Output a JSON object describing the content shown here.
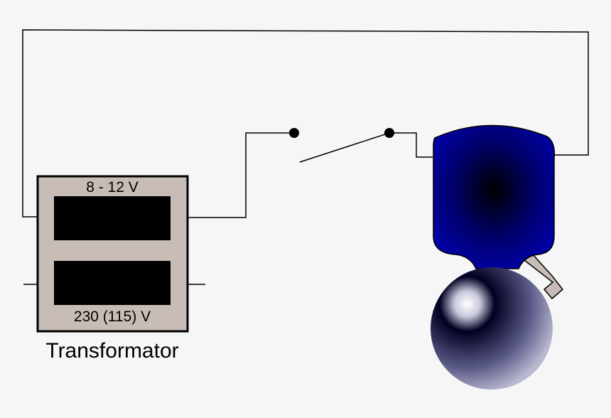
{
  "transformer": {
    "secondary_voltage": "8 - 12 V",
    "primary_voltage": "230 (115) V",
    "label": "Transformator"
  },
  "colors": {
    "background": "#f6f6f7",
    "transformer_body": "#c8bcb6",
    "coil": "#000000",
    "wire": "#000000",
    "bell_housing": "#000099",
    "bell_dome": "#4a4a7a",
    "hammer_arm": "#c8bcb6"
  },
  "icons": {
    "switch": "switch-icon",
    "bell": "electric-bell-icon",
    "transformer": "transformer-icon"
  }
}
